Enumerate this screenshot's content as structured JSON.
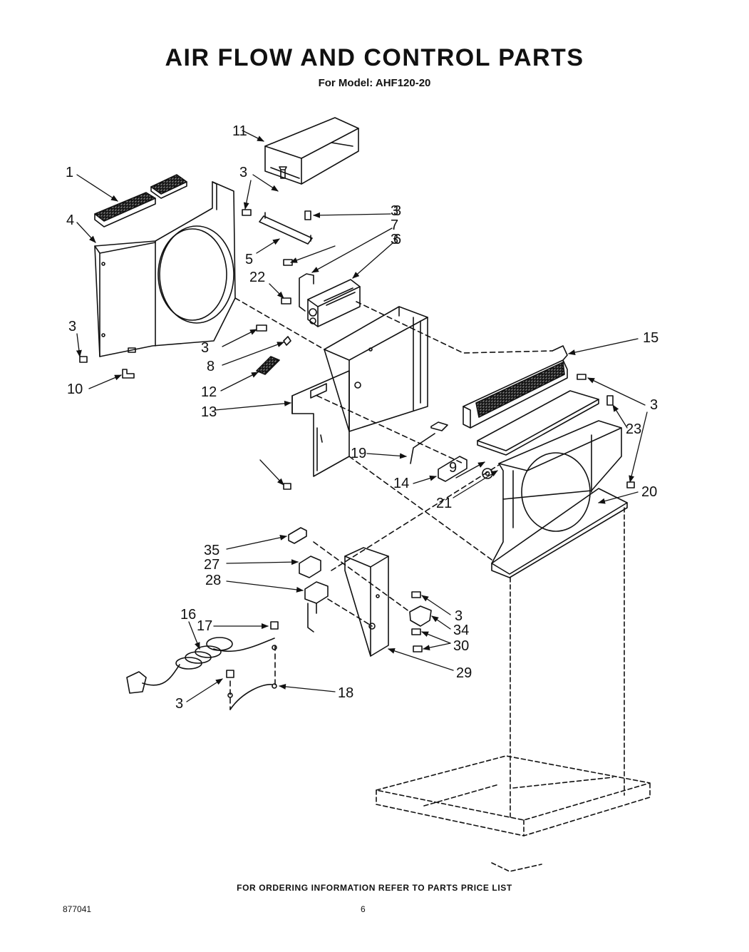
{
  "header": {
    "title": "AIR FLOW AND CONTROL PARTS",
    "subtitle": "For Model: AHF120-20"
  },
  "callouts": [
    "11",
    "1",
    "3",
    "3",
    "4",
    "5",
    "3",
    "7",
    "6",
    "22",
    "3",
    "3",
    "15",
    "8",
    "10",
    "12",
    "13",
    "3",
    "3",
    "23",
    "19",
    "9",
    "14",
    "21",
    "20",
    "35",
    "27",
    "28",
    "3",
    "34",
    "16",
    "17",
    "30",
    "29",
    "3",
    "18"
  ],
  "footer": {
    "note": "FOR ORDERING INFORMATION REFER TO PARTS PRICE LIST",
    "doc_number": "877041",
    "page_number": "6"
  }
}
